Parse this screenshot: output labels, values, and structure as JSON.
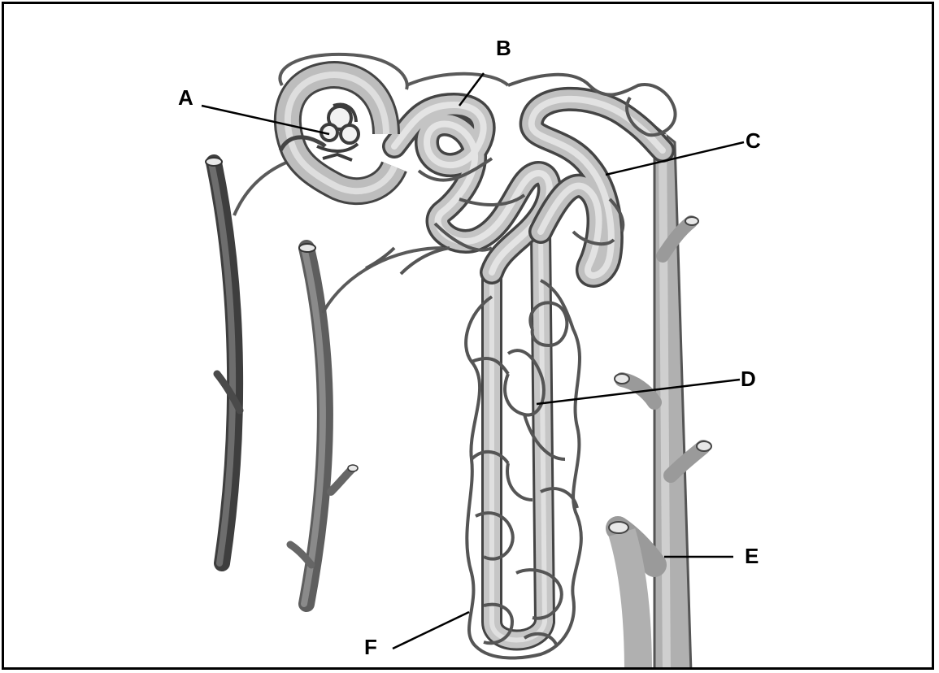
{
  "labels": {
    "a": "A",
    "b": "B",
    "c": "C",
    "d": "D",
    "e": "E",
    "f": "F"
  },
  "colors": {
    "vessel_dark": "#5a5a5a",
    "vessel_mid": "#7a7a7a",
    "capillary": "#555555",
    "tubule_light": "#c8c8c8",
    "tubule_highlight": "#e2e2e2",
    "collecting_duct": "#b4b4b4",
    "label_text": "#000000"
  }
}
